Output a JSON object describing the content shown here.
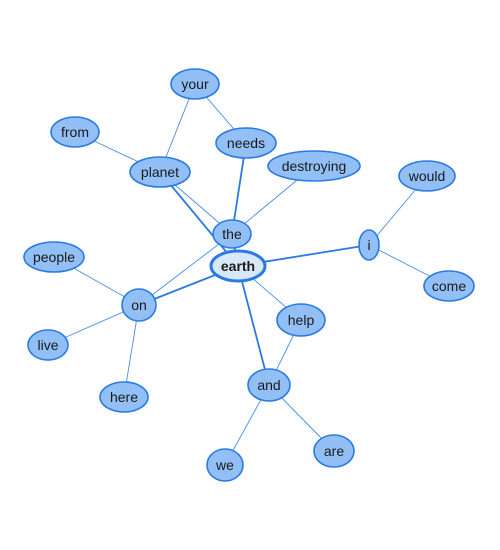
{
  "diagram": {
    "type": "word-association-graph",
    "colors": {
      "node_fill": "#92bff6",
      "center_fill": "#d8e8fb",
      "node_stroke": "#2a7ae2",
      "edge": "#2a7ae2",
      "text": "#1a1a1a"
    },
    "center": "earth",
    "nodes": [
      {
        "id": "earth",
        "label": "earth"
      },
      {
        "id": "the",
        "label": "the"
      },
      {
        "id": "i",
        "label": "i"
      },
      {
        "id": "on",
        "label": "on"
      },
      {
        "id": "help",
        "label": "help"
      },
      {
        "id": "and",
        "label": "and"
      },
      {
        "id": "planet",
        "label": "planet"
      },
      {
        "id": "needs",
        "label": "needs"
      },
      {
        "id": "destroying",
        "label": "destroying"
      },
      {
        "id": "your",
        "label": "your"
      },
      {
        "id": "from",
        "label": "from"
      },
      {
        "id": "would",
        "label": "would"
      },
      {
        "id": "come",
        "label": "come"
      },
      {
        "id": "people",
        "label": "people"
      },
      {
        "id": "live",
        "label": "live"
      },
      {
        "id": "here",
        "label": "here"
      },
      {
        "id": "we",
        "label": "we"
      },
      {
        "id": "are",
        "label": "are"
      }
    ],
    "edges": [
      {
        "source": "earth",
        "target": "the",
        "weight": "strong"
      },
      {
        "source": "earth",
        "target": "i",
        "weight": "strong"
      },
      {
        "source": "earth",
        "target": "on",
        "weight": "strong"
      },
      {
        "source": "earth",
        "target": "and",
        "weight": "strong"
      },
      {
        "source": "earth",
        "target": "planet",
        "weight": "strong"
      },
      {
        "source": "earth",
        "target": "help",
        "weight": "weak"
      },
      {
        "source": "the",
        "target": "needs",
        "weight": "strong"
      },
      {
        "source": "the",
        "target": "destroying",
        "weight": "weak"
      },
      {
        "source": "the",
        "target": "on",
        "weight": "weak"
      },
      {
        "source": "the",
        "target": "planet",
        "weight": "weak"
      },
      {
        "source": "planet",
        "target": "your",
        "weight": "weak"
      },
      {
        "source": "planet",
        "target": "from",
        "weight": "weak"
      },
      {
        "source": "your",
        "target": "needs",
        "weight": "weak"
      },
      {
        "source": "i",
        "target": "would",
        "weight": "weak"
      },
      {
        "source": "i",
        "target": "come",
        "weight": "weak"
      },
      {
        "source": "on",
        "target": "people",
        "weight": "weak"
      },
      {
        "source": "on",
        "target": "live",
        "weight": "weak"
      },
      {
        "source": "on",
        "target": "here",
        "weight": "weak"
      },
      {
        "source": "help",
        "target": "and",
        "weight": "weak"
      },
      {
        "source": "and",
        "target": "we",
        "weight": "weak"
      },
      {
        "source": "and",
        "target": "are",
        "weight": "weak"
      }
    ]
  }
}
